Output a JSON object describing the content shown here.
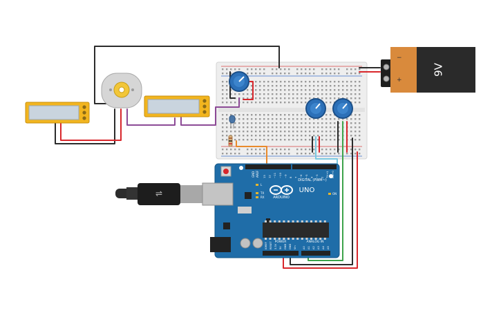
{
  "battery": {
    "label": "9V",
    "minus": "−",
    "plus": "+"
  },
  "arduino": {
    "model": "UNO",
    "brand": "ARDUINO",
    "digital_header": "DIGITAL (PWM~)",
    "power_header": "POWER",
    "analog_header": "ANALOG IN",
    "on_label": "ON",
    "tx_label": "TX",
    "rx_label": "RX",
    "l_label": "L",
    "aref_label": "AREF",
    "gnd_label": "GND",
    "power_pins": [
      "IOREF",
      "RESET",
      "3.3V",
      "5V",
      "GND",
      "GND",
      "Vin"
    ],
    "analog_pins": [
      "A0",
      "A1",
      "A2",
      "A3",
      "A4",
      "A5"
    ],
    "digital_pins": [
      "13",
      "12",
      "~11",
      "~10",
      "~9",
      "8",
      "7",
      "~6",
      "~5",
      "4",
      "~3",
      "2",
      "TX→1",
      "RX←0"
    ]
  },
  "colors": {
    "wire_black": "#2b2b2b",
    "wire_red": "#d8262b",
    "wire_purple": "#8c4a96",
    "wire_orange": "#e98a2b",
    "wire_cyan": "#7ac9e0",
    "wire_green": "#3da34a",
    "arduino_blue": "#1f6da8",
    "battery_orange": "#d98a3c",
    "display_yellow": "#f2b51f",
    "pot_blue": "#2c70b8"
  }
}
